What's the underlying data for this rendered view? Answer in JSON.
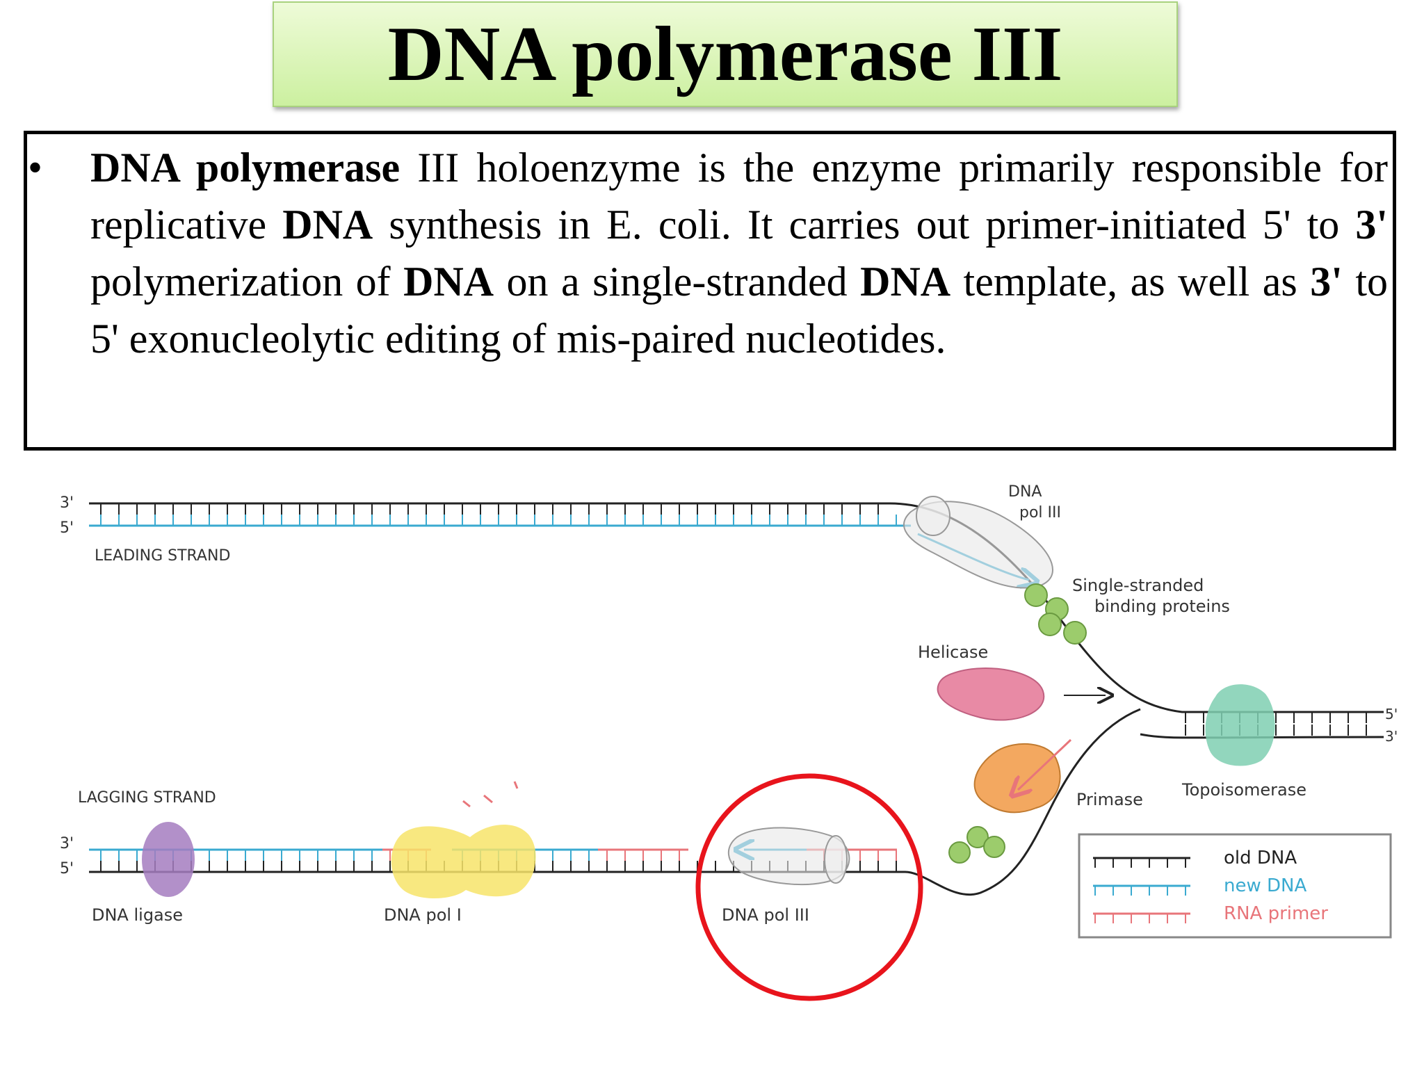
{
  "title": "DNA polymerase III",
  "paragraph": {
    "bullet": "•",
    "segments": [
      {
        "text": "DNA polymerase",
        "bold": true
      },
      {
        "text": " III holoenzyme is the enzyme primarily responsible for replicative ",
        "bold": false
      },
      {
        "text": "DNA",
        "bold": true
      },
      {
        "text": " synthesis in E. coli. It carries out primer-initiated 5' to ",
        "bold": false
      },
      {
        "text": "3'",
        "bold": true
      },
      {
        "text": " polymerization of ",
        "bold": false
      },
      {
        "text": "DNA",
        "bold": true
      },
      {
        "text": " on a single-stranded ",
        "bold": false
      },
      {
        "text": "DNA",
        "bold": true
      },
      {
        "text": " template, as well as ",
        "bold": false
      },
      {
        "text": "3'",
        "bold": true
      },
      {
        "text": " to 5' exonucleolytic editing of mis-paired nucleotides.",
        "bold": false
      }
    ]
  },
  "diagram": {
    "leading_strand": {
      "label": "LEADING STRAND",
      "end_top": "3'",
      "end_bottom": "5'"
    },
    "lagging_strand": {
      "label": "LAGGING STRAND",
      "end_top": "3'",
      "end_bottom": "5'"
    },
    "right_ends": {
      "top": "5'",
      "bottom": "3'"
    },
    "labels": {
      "pol3_top_line1": "DNA",
      "pol3_top_line2": "pol III",
      "ssb_line1": "Single-stranded",
      "ssb_line2": "binding proteins",
      "helicase": "Helicase",
      "topoisomerase": "Topoisomerase",
      "primase": "Primase",
      "ligase": "DNA ligase",
      "pol1": "DNA pol I",
      "pol3_bottom": "DNA pol III"
    },
    "legend": [
      {
        "label": "old DNA",
        "color": "#222222"
      },
      {
        "label": "new DNA",
        "color": "#3aaad0"
      },
      {
        "label": "RNA primer",
        "color": "#e8757a"
      }
    ],
    "colors": {
      "old_dna": "#222222",
      "new_dna": "#3aaad0",
      "rna_primer": "#e8757a",
      "ligase": "#a47cc0",
      "pol1": "#f7e46a",
      "helicase": "#e88aa5",
      "topoisomerase": "#7fcfb2",
      "primase": "#f3a860",
      "ssb": "#9ccc6c",
      "highlight_circle": "#e8141c"
    }
  }
}
